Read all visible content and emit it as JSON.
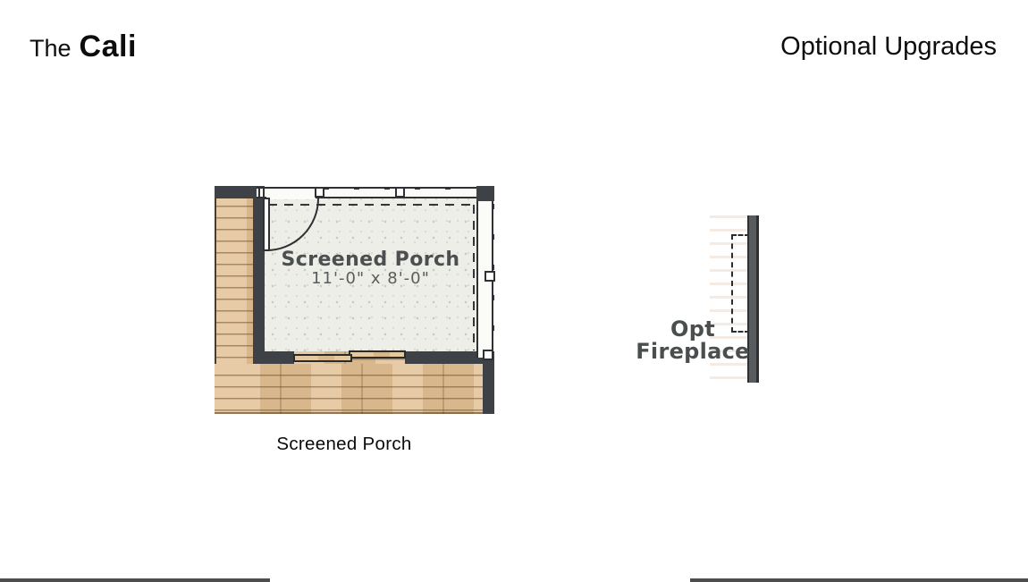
{
  "header": {
    "title_prefix": "The",
    "title_name": "Cali",
    "page_title": "Optional Upgrades"
  },
  "floor_plan": {
    "room_label": "Screened Porch",
    "room_dimensions": "11'-0\" x 8'-0\"",
    "caption": "Screened Porch"
  },
  "optional_fireplace": {
    "label_line1": "Opt",
    "label_line2": "Fireplace"
  },
  "colors": {
    "wall": "#3e4145",
    "wood": "#d9b78c",
    "porch_floor": "#edeee7",
    "plan_label": "#4c4f50",
    "title": "#0d0d0d",
    "line_dark": "#2f3134",
    "footer_bar": "#4d4d4d"
  }
}
